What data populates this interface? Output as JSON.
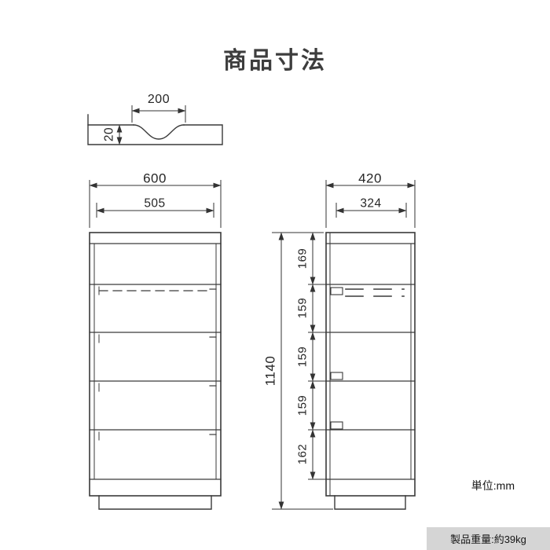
{
  "page": {
    "title": "商品寸法",
    "unit_label": "単位:mm",
    "weight_label": "製品重量:約39kg"
  },
  "top_detail": {
    "recess_width": "200",
    "panel_thickness": "20"
  },
  "front_view": {
    "outer_width": "600",
    "inner_width": "505",
    "total_height": "1140",
    "section_heights": [
      "169",
      "159",
      "159",
      "159",
      "162"
    ]
  },
  "side_view": {
    "outer_depth": "420",
    "inner_depth": "324"
  }
}
